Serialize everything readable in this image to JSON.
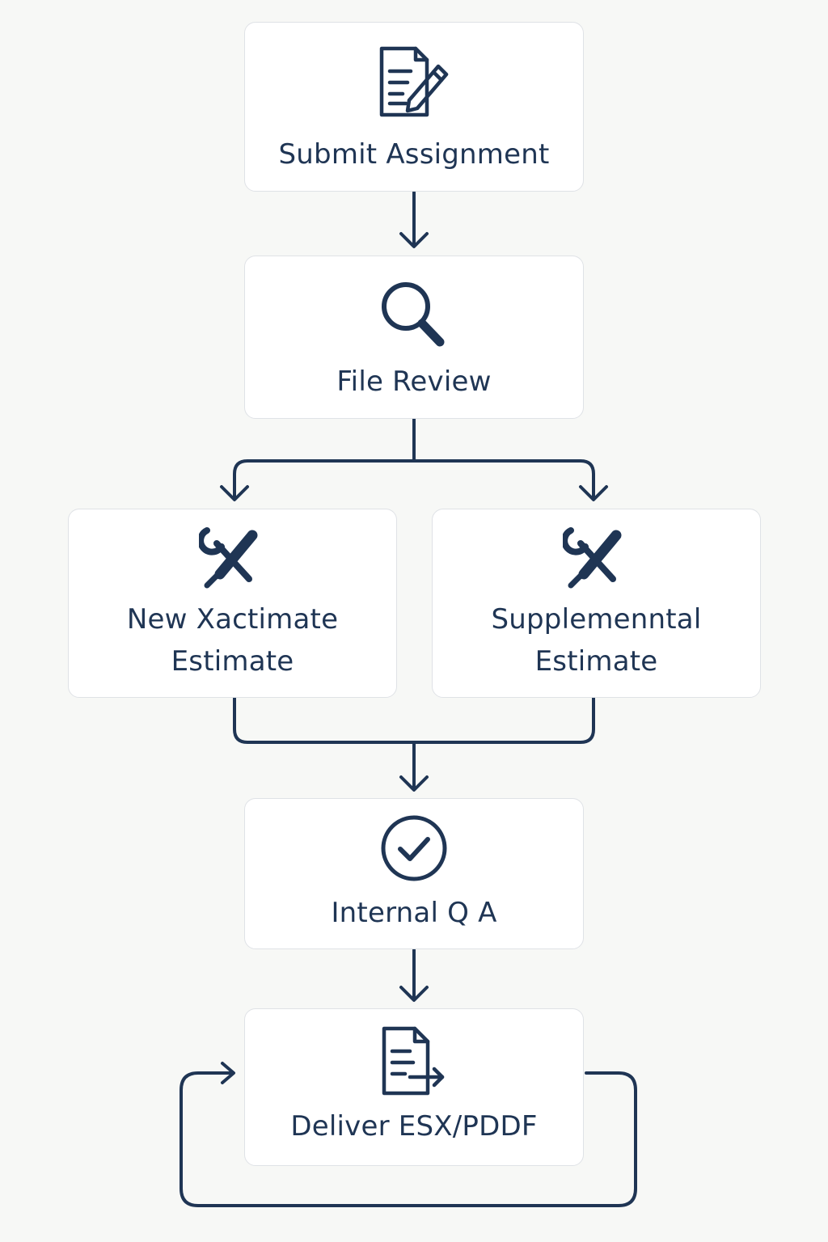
{
  "colors": {
    "background": "#f7f8f6",
    "node_fill": "#ffffff",
    "node_border": "#dfe2e6",
    "ink": "#1f3554"
  },
  "nodes": {
    "submit": {
      "label": "Submit Assignment",
      "icon": "document-edit-icon"
    },
    "review": {
      "label": "File Review",
      "icon": "magnifier-icon"
    },
    "new_estimate": {
      "line1": "New Xactimate",
      "line2": "Estimate",
      "icon": "wrench-screwdriver-icon"
    },
    "supplemental": {
      "line1": "Supplemenntal",
      "line2": "Estimate",
      "icon": "wrench-screwdriver-icon"
    },
    "qa": {
      "label": "Internal Q A",
      "icon": "check-circle-icon"
    },
    "deliver": {
      "label": "Deliver ESX/PDDF",
      "icon": "document-send-icon"
    }
  },
  "edges": [
    {
      "from": "submit",
      "to": "review"
    },
    {
      "from": "review",
      "to": "new_estimate"
    },
    {
      "from": "review",
      "to": "supplemental"
    },
    {
      "from": "new_estimate",
      "to": "qa"
    },
    {
      "from": "supplemental",
      "to": "qa"
    },
    {
      "from": "qa",
      "to": "deliver"
    },
    {
      "from": "deliver",
      "to": "deliver"
    }
  ]
}
